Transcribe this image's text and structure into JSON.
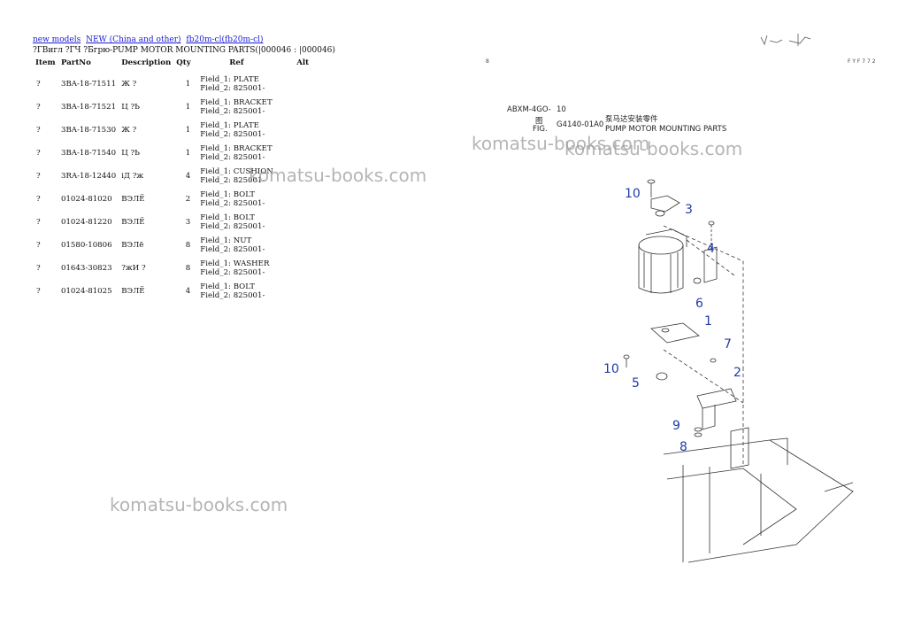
{
  "breadcrumb": [
    {
      "label": "new models"
    },
    {
      "label": "NEW (China and other)"
    },
    {
      "label": "fb20m-cl(fb20m-cl)"
    }
  ],
  "subtitle": "?ГВигл ?ГЧ ?Бгрю-PUMP MOTOR MOUNTING PARTS(|000046 : |000046)",
  "table": {
    "headers": [
      "Item",
      "PartNo",
      "Description",
      "Qty",
      "Ref",
      "Alt"
    ],
    "rows": [
      {
        "item": "?",
        "part": "3BA-18-71511",
        "desc": "Ж ?",
        "qty": "1",
        "ref1": "Field_1: PLATE",
        "ref2": "Field_2: 825001-"
      },
      {
        "item": "?",
        "part": "3BA-18-71521",
        "desc": "Ц ?Ь",
        "qty": "1",
        "ref1": "Field_1: BRACKET",
        "ref2": "Field_2: 825001-"
      },
      {
        "item": "?",
        "part": "3BA-18-71530",
        "desc": "Ж ?",
        "qty": "1",
        "ref1": "Field_1: PLATE",
        "ref2": "Field_2: 825001-"
      },
      {
        "item": "?",
        "part": "3BA-18-71540",
        "desc": "Ц ?Ь",
        "qty": "1",
        "ref1": "Field_1: BRACKET",
        "ref2": "Field_2: 825001-"
      },
      {
        "item": "?",
        "part": "3RA-18-12440",
        "desc": "іД ?ж",
        "qty": "4",
        "ref1": "Field_1: CUSHION",
        "ref2": "Field_2: 825001-"
      },
      {
        "item": "?",
        "part": "01024-81020",
        "desc": "ВЭЛЁ",
        "qty": "2",
        "ref1": "Field_1: BOLT",
        "ref2": "Field_2: 825001-"
      },
      {
        "item": "?",
        "part": "01024-81220",
        "desc": "ВЭЛЁ",
        "qty": "3",
        "ref1": "Field_1: BOLT",
        "ref2": "Field_2: 825001-"
      },
      {
        "item": "?",
        "part": "01580-10806",
        "desc": "ВЭЛё",
        "qty": "8",
        "ref1": "Field_1: NUT",
        "ref2": "Field_2: 825001-"
      },
      {
        "item": "?",
        "part": "01643-30823",
        "desc": "?жИ ?",
        "qty": "8",
        "ref1": "Field_1: WASHER",
        "ref2": "Field_2: 825001-"
      },
      {
        "item": "?",
        "part": "01024-81025",
        "desc": "ВЭЛЁ",
        "qty": "4",
        "ref1": "Field_1: BOLT",
        "ref2": "Field_2: 825001-"
      }
    ]
  },
  "watermark": "komatsu-books.com",
  "page_tags": {
    "left": "8",
    "right": "F Y F 7 7 2"
  },
  "figure": {
    "code_label": "ABXM-4GO-",
    "code_num": "10",
    "fig_cn": "图",
    "fig_label": "FIG.",
    "fig_no": "G4140-01A0",
    "title_cn": "泵马达安装零件",
    "title_en": "PUMP MOTOR MOUNTING PARTS"
  },
  "callouts": [
    "10",
    "3",
    "4",
    "6",
    "1",
    "7",
    "10",
    "2",
    "5",
    "9",
    "8"
  ],
  "colors": {
    "link": "#1a1ad6",
    "callout": "#1f3aa8",
    "watermark": "#969696"
  }
}
